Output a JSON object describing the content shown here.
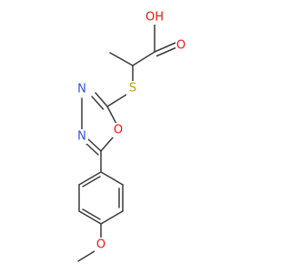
{
  "molecule": {
    "atoms": {
      "oh": {
        "symbol": "OH",
        "color": "#ff0d0d"
      },
      "carbonyl_o": {
        "symbol": "O",
        "color": "#ff0d0d"
      },
      "thioether_s": {
        "symbol": "S",
        "color": "#b8a000"
      },
      "ring_n1": {
        "symbol": "N",
        "color": "#3050f8"
      },
      "ring_n2": {
        "symbol": "N",
        "color": "#3050f8"
      },
      "ring_o": {
        "symbol": "O",
        "color": "#ff0d0d"
      },
      "methoxy_o": {
        "symbol": "O",
        "color": "#ff0d0d"
      }
    }
  }
}
